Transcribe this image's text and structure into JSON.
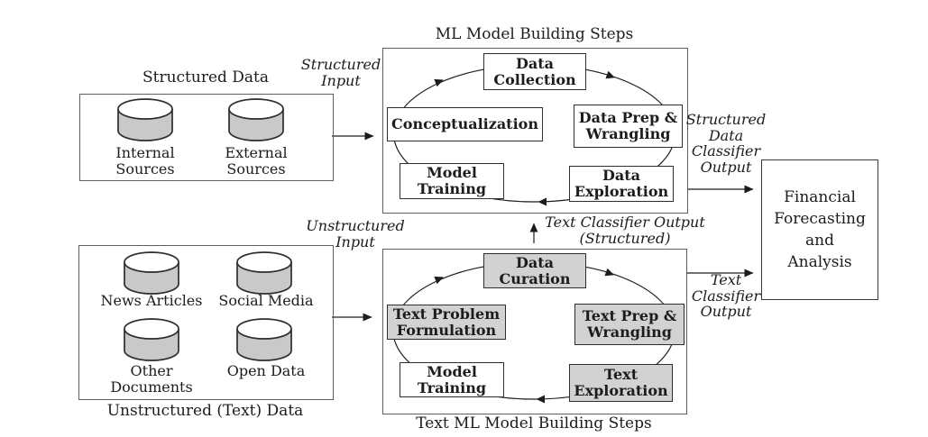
{
  "palette": {
    "ink": "#1c1c1c",
    "step_box_border": "#2e2e2e",
    "outer_box_border": "#5f5f5f",
    "shaded_box_fill": "#d2d2d2",
    "cylinder_body_fill": "#c9c9c9",
    "cylinder_top_fill": "#ffffff",
    "background": "#ffffff"
  },
  "structured_section": {
    "title": "Structured Data",
    "sources": [
      {
        "label": "Internal\nSources",
        "icon": "database-cylinder-icon"
      },
      {
        "label": "External\nSources",
        "icon": "database-cylinder-icon"
      }
    ],
    "input_label": "Structured\nInput"
  },
  "ml_section": {
    "title": "ML Model Building Steps",
    "steps": {
      "top": "Data\nCollection",
      "left": "Conceptualization",
      "right": "Data Prep &\nWrangling",
      "bottom_left": "Model\nTraining",
      "bottom_right": "Data\nExploration"
    },
    "output_label": "Structured\nData\nClassifier\nOutput"
  },
  "bridge": {
    "label": "Text Classifier Output\n(Structured)"
  },
  "unstructured_section": {
    "title": "Unstructured (Text) Data",
    "sources": [
      {
        "label": "News Articles",
        "icon": "database-cylinder-icon"
      },
      {
        "label": "Social Media",
        "icon": "database-cylinder-icon"
      },
      {
        "label": "Other\nDocuments",
        "icon": "database-cylinder-icon"
      },
      {
        "label": "Open Data",
        "icon": "database-cylinder-icon"
      }
    ],
    "input_label": "Unstructured\nInput"
  },
  "text_ml_section": {
    "title": "Text ML Model Building Steps",
    "steps": {
      "top": "Data\nCuration",
      "left": "Text Problem\nFormulation",
      "right": "Text Prep &\nWrangling",
      "bottom_left": "Model\nTraining",
      "bottom_right": "Text\nExploration"
    },
    "output_label": "Text\nClassifier\nOutput"
  },
  "financial": {
    "label": "Financial\nForecasting\nand\nAnalysis"
  }
}
